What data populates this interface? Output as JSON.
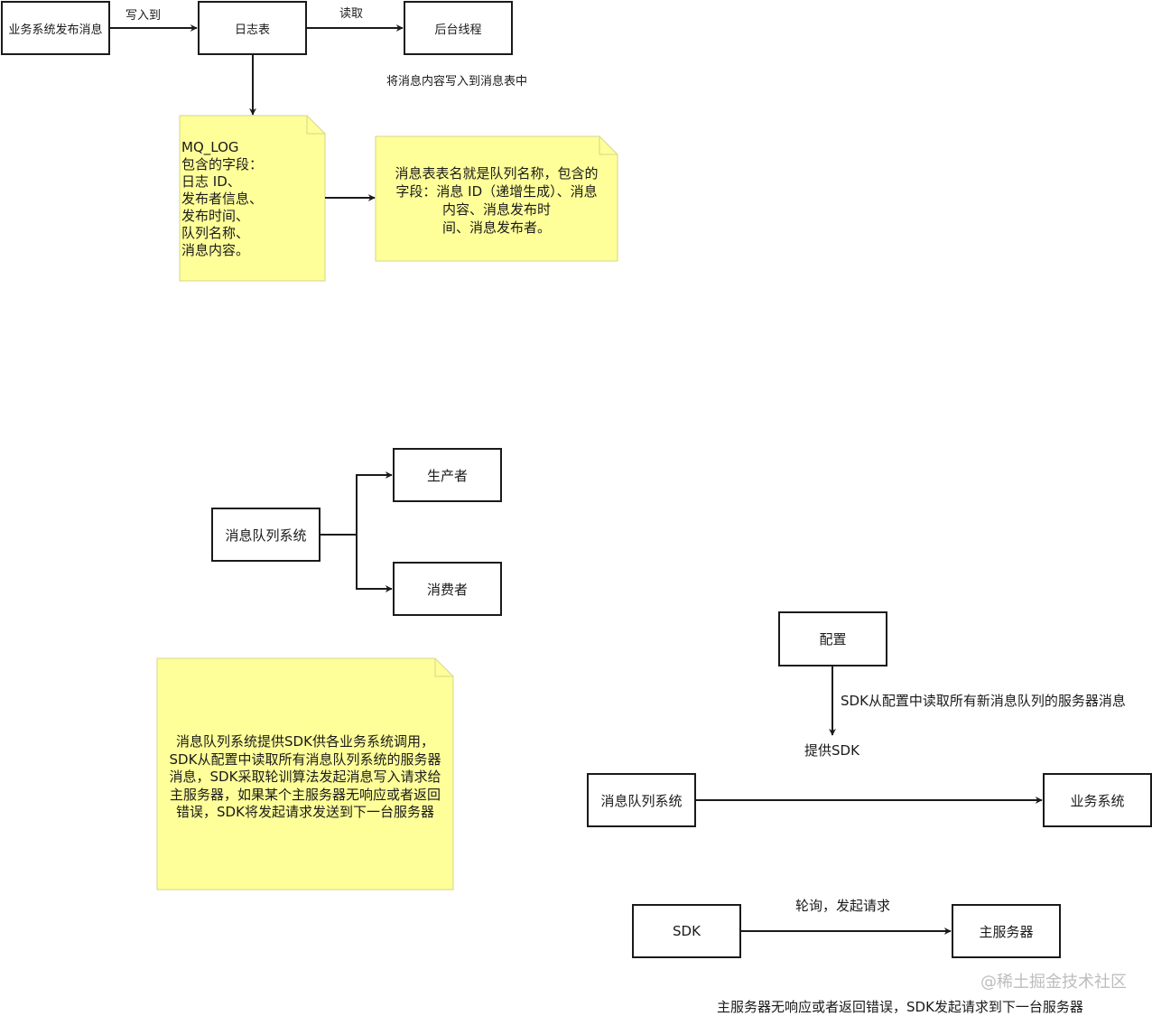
{
  "diagram1": {
    "nodes": {
      "publish": "业务系统发布消息",
      "log_table": "日志表",
      "background_thread": "后台线程"
    },
    "edges": {
      "write_to": "写入到",
      "read": "读取"
    },
    "caption": "将消息内容写入到消息表中",
    "note_fields": [
      "MQ_LOG",
      "包含的字段：",
      "日志 ID、",
      "发布者信息、",
      "发布时间、",
      "队列名称、",
      "消息内容。"
    ],
    "note_message_table": [
      "消息表表名就是队列名称，包含的",
      "字段：消息 ID（递增生成）、消息",
      "内容、消息发布时",
      "间、消息发布者。"
    ]
  },
  "diagram2": {
    "nodes": {
      "mq_system": "消息队列系统",
      "producer": "生产者",
      "consumer": "消费者"
    }
  },
  "note_sdk": [
    "消息队列系统提供SDK供各业务系统调用，",
    "SDK从配置中读取所有消息队列系统的服务器",
    "消息，SDK采取轮训算法发起消息写入请求给",
    "主服务器，如果某个主服务器无响应或者返回",
    "错误，SDK将发起请求发送到下一台服务器"
  ],
  "diagram3": {
    "nodes": {
      "config": "配置",
      "mq_system": "消息队列系统",
      "business_system": "业务系统"
    },
    "edges": {
      "sdk_reads_config": "SDK从配置中读取所有新消息队列的服务器消息",
      "provide_sdk": "提供SDK"
    }
  },
  "diagram4": {
    "nodes": {
      "sdk": "SDK",
      "main_server": "主服务器"
    },
    "edges": {
      "poll_request": "轮询，发起请求"
    },
    "caption": "主服务器无响应或者返回错误，SDK发起请求到下一台服务器"
  },
  "watermark": "@稀土掘金技术社区",
  "colors": {
    "note_fill": "#ffff99",
    "note_stroke": "#d6d68a",
    "line": "#1a1a1a",
    "watermark": "#bdbdbd"
  }
}
